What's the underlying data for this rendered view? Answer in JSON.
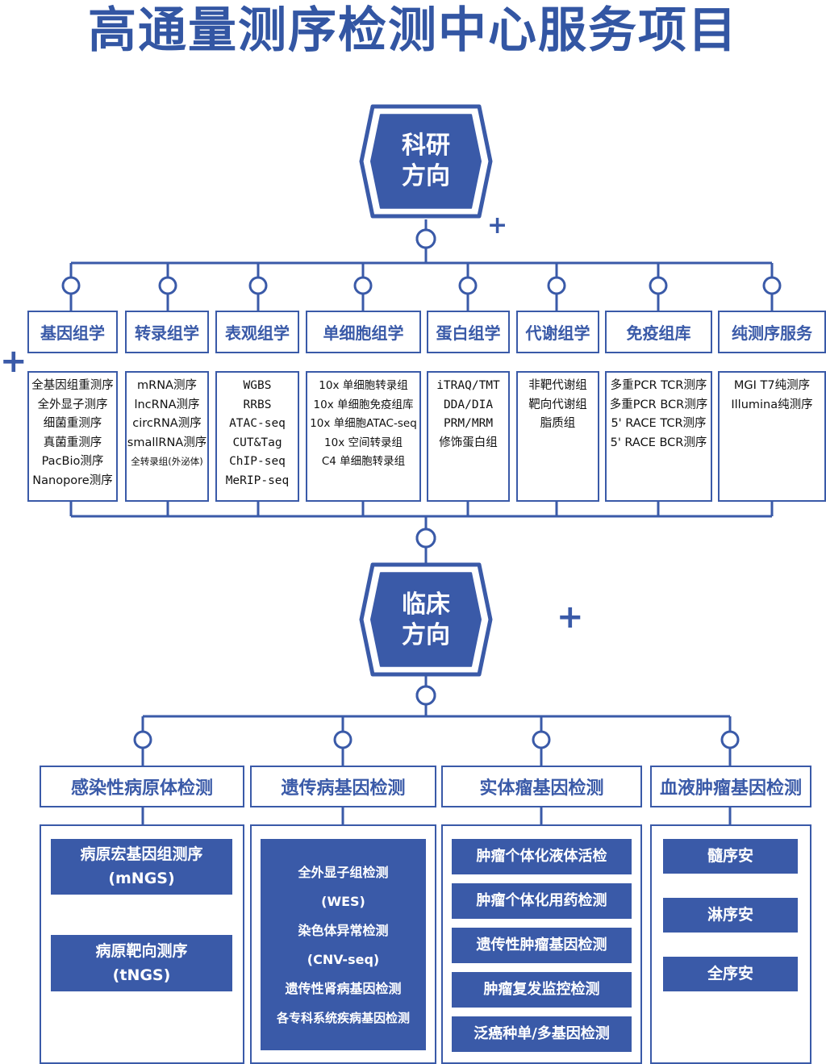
{
  "title": "高通量测序检测中心服务项目",
  "research": {
    "hex_line1": "科研",
    "hex_line2": "方向",
    "categories": [
      {
        "label": "基因组学",
        "items": [
          "全基因组重测序",
          "全外显子测序",
          "细菌重测序",
          "真菌重测序",
          "PacBio测序",
          "Nanopore测序"
        ]
      },
      {
        "label": "转录组学",
        "items": [
          "mRNA测序",
          "lncRNA测序",
          "circRNA测序",
          "smallRNA测序",
          "全转录组(外泌体)"
        ]
      },
      {
        "label": "表观组学",
        "items": [
          "WGBS",
          "RRBS",
          "ATAC-seq",
          "CUT&Tag",
          "ChIP-seq",
          "MeRIP-seq"
        ]
      },
      {
        "label": "单细胞组学",
        "items": [
          "10x 单细胞转录组",
          "10x 单细胞免疫组库",
          "10x 单细胞ATAC-seq",
          "10x 空间转录组",
          "C4 单细胞转录组"
        ]
      },
      {
        "label": "蛋白组学",
        "items": [
          "iTRAQ/TMT",
          "DDA/DIA",
          "PRM/MRM",
          "修饰蛋白组"
        ]
      },
      {
        "label": "代谢组学",
        "items": [
          "非靶代谢组",
          "靶向代谢组",
          "脂质组"
        ]
      },
      {
        "label": "免疫组库",
        "items": [
          "多重PCR TCR测序",
          "多重PCR BCR测序",
          "5' RACE TCR测序",
          "5' RACE BCR测序"
        ]
      },
      {
        "label": "纯测序服务",
        "items": [
          "MGI T7纯测序",
          "Illumina纯测序"
        ]
      }
    ]
  },
  "clinical": {
    "hex_line1": "临床",
    "hex_line2": "方向",
    "categories": [
      {
        "label": "感染性病原体检测",
        "items": [
          [
            "病原宏基因组测序",
            "(mNGS)"
          ],
          [
            "病原靶向测序",
            "(tNGS)"
          ]
        ]
      },
      {
        "label": "遗传病基因检测",
        "items": [
          "全外显子组检测",
          "(WES)",
          "染色体异常检测",
          "(CNV-seq)",
          "遗传性肾病基因检测",
          "各专科系统疾病基因检测"
        ]
      },
      {
        "label": "实体瘤基因检测",
        "items": [
          "肿瘤个体化液体活检",
          "肿瘤个体化用药检测",
          "遗传性肿瘤基因检测",
          "肿瘤复发监控检测",
          "泛癌种单/多基因检测"
        ]
      },
      {
        "label": "血液肿瘤基因检测",
        "items": [
          "髓序安",
          "淋序安",
          "全序安"
        ]
      }
    ]
  },
  "decor": {
    "plus": "+"
  },
  "colors": {
    "primary": "#3a5aa8",
    "title": "#3356a3",
    "hex_fill": "#3a5aa8"
  }
}
